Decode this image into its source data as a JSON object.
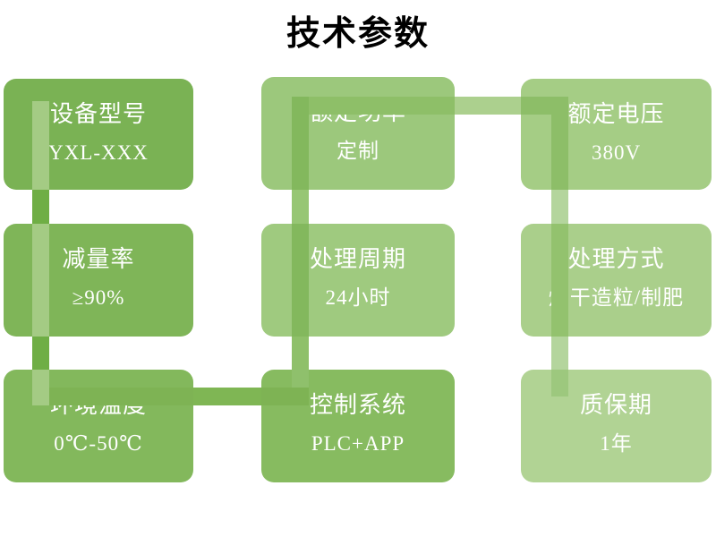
{
  "title": "技术参数",
  "boxes": [
    {
      "label": "设备型号",
      "value": "YXL-XXX"
    },
    {
      "label": "额定功率",
      "value": "定制"
    },
    {
      "label": "额定电压",
      "value": "380V"
    },
    {
      "label": "减量率",
      "value": "≥90%"
    },
    {
      "label": "处理周期",
      "value": "24小时"
    },
    {
      "label": "处理方式",
      "value": "烘干造粒/制肥"
    },
    {
      "label": "环境温度",
      "value": "0℃-50℃"
    },
    {
      "label": "控制系统",
      "value": "PLC+APP"
    },
    {
      "label": "质保期",
      "value": "1年"
    }
  ],
  "colors": {
    "background": "#ffffff",
    "title_text": "#000000",
    "box_text": "#ffffff",
    "box1": "#7AB254",
    "box2": "#9CC87C",
    "box3": "#A5CD85",
    "box4": "#7FB558",
    "box5": "#9FCA7F",
    "box6": "#AACF8B",
    "box7": "#83B85C",
    "box8": "#87BB60",
    "box9": "#B1D394",
    "overlay_on_dark": "#A4CB84",
    "band_on_dark": "#7EB354",
    "overlay_on_mid": "#83B85D",
    "band_on_mid": "#8EBF68",
    "overlay_on_lighter": "#8DBE68",
    "overlay_on_light6": "#93C26E",
    "overlay_on_light9": "#9DC87E",
    "overlay_on_dark8_top": "#8FC06C",
    "gap_left": "#6FAE45",
    "gap_bottom": "#7FB654",
    "gap_mid_lower": "#8FC06A",
    "gap_mid_upper": "#97C674",
    "gap_top": "#ACD08E",
    "gap_right": "#B4D59D"
  }
}
